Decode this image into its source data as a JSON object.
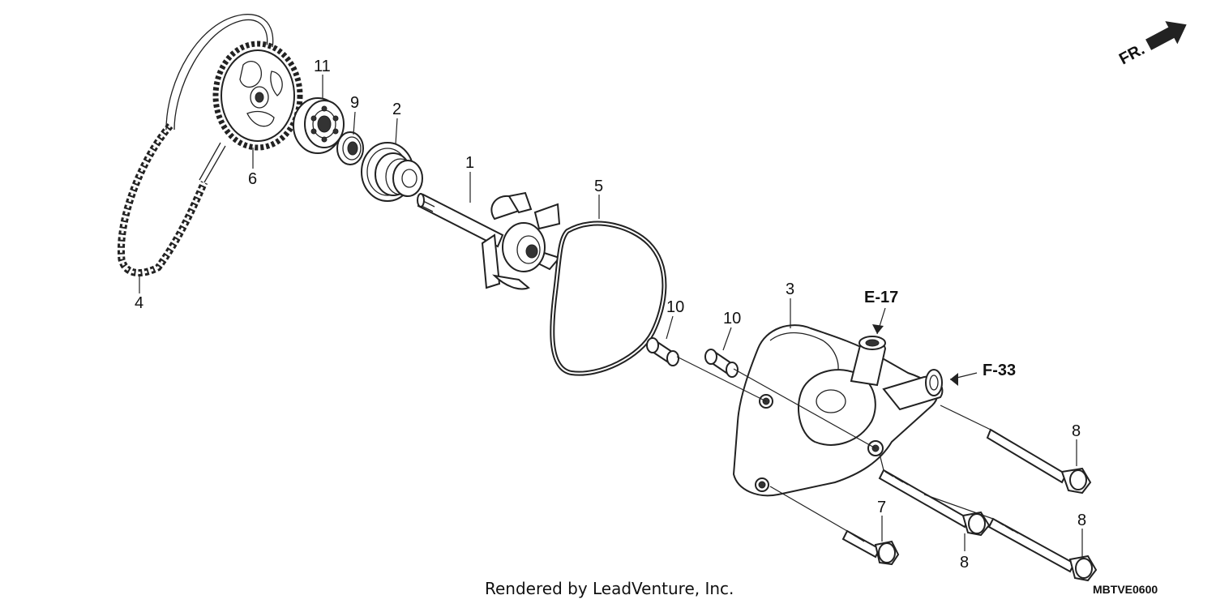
{
  "diagram": {
    "callouts": [
      {
        "id": "p11",
        "label": "11"
      },
      {
        "id": "p9",
        "label": "9"
      },
      {
        "id": "p2",
        "label": "2"
      },
      {
        "id": "p1",
        "label": "1"
      },
      {
        "id": "p6",
        "label": "6"
      },
      {
        "id": "p4",
        "label": "4"
      },
      {
        "id": "p5",
        "label": "5"
      },
      {
        "id": "p10a",
        "label": "10"
      },
      {
        "id": "p10b",
        "label": "10"
      },
      {
        "id": "p3",
        "label": "3"
      },
      {
        "id": "p8a",
        "label": "8"
      },
      {
        "id": "p8b",
        "label": "8"
      },
      {
        "id": "p8c",
        "label": "8"
      },
      {
        "id": "p7",
        "label": "7"
      }
    ],
    "references": {
      "e17": "E-17",
      "f33": "F-33"
    },
    "direction_label": "FR.",
    "credit": "Rendered by LeadVenture, Inc.",
    "diagram_code": "MBTVE0600"
  }
}
